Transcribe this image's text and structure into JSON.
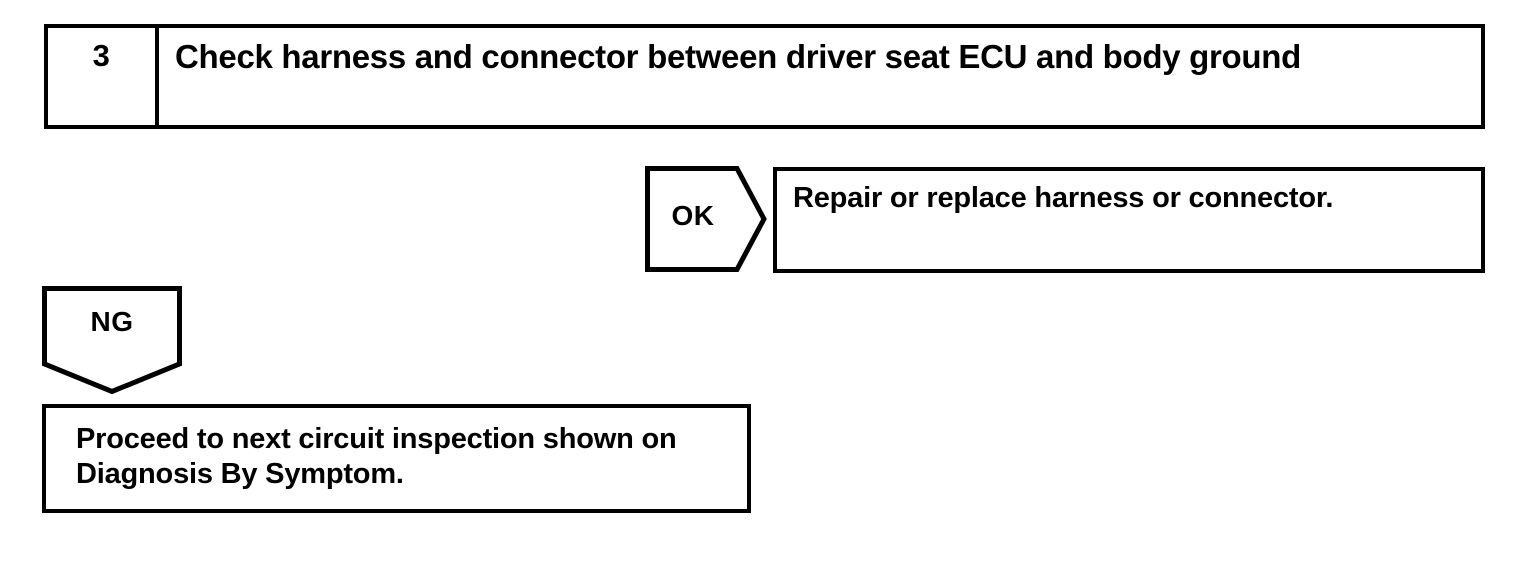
{
  "diagram": {
    "type": "diagnostic-flowchart",
    "background_color": "#ffffff",
    "line_color": "#000000",
    "step": {
      "number": "3",
      "title": "Check harness and connector between driver seat ECU and body ground"
    },
    "branches": [
      {
        "result_label": "OK",
        "shape": "pentagon-right",
        "outcome": "Repair or replace harness or connector."
      },
      {
        "result_label": "NG",
        "shape": "pentagon-down",
        "outcome_lines": [
          "Proceed to next circuit inspection shown on",
          "Diagnosis By Symptom."
        ]
      }
    ]
  }
}
